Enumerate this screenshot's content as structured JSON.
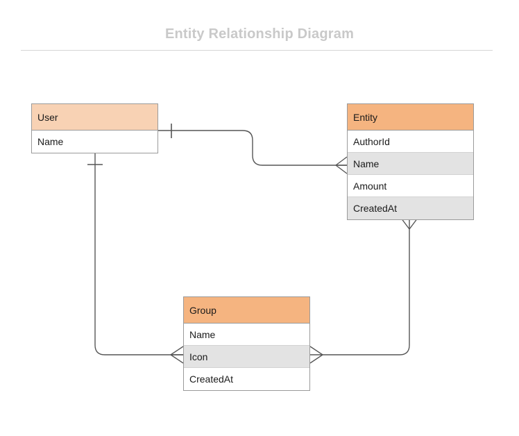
{
  "diagram": {
    "title": "Entity Relationship Diagram",
    "background_color": "#ffffff",
    "title_color": "#c9c9c9",
    "rule_color": "#d6d6d6",
    "line_color": "#555555",
    "border_color": "#9a9a9a",
    "header_color_primary": "#f5b480",
    "header_color_secondary": "#f8d2b4",
    "row_alt_color": "#e3e3e3",
    "row_color": "#ffffff"
  },
  "tables": [
    {
      "id": "user",
      "name": "User",
      "header_label": "User",
      "attributes": [
        {
          "label": "Name",
          "shaded": false
        }
      ]
    },
    {
      "id": "entity",
      "name": "Entity",
      "header_label": "Entity",
      "attributes": [
        {
          "label": "AuthorId",
          "shaded": false
        },
        {
          "label": "Name",
          "shaded": true
        },
        {
          "label": "Amount",
          "shaded": false
        },
        {
          "label": "CreatedAt",
          "shaded": true
        }
      ]
    },
    {
      "id": "group",
      "name": "Group",
      "header_label": "Group",
      "attributes": [
        {
          "label": "Name",
          "shaded": false
        },
        {
          "label": "Icon",
          "shaded": true
        },
        {
          "label": "CreatedAt",
          "shaded": false
        }
      ]
    }
  ],
  "relationships": [
    {
      "id": "user-entity",
      "from": "User",
      "to": "Entity",
      "from_cardinality": "one",
      "to_cardinality": "many"
    },
    {
      "id": "user-group",
      "from": "User",
      "to": "Group",
      "from_cardinality": "one",
      "to_cardinality": "many"
    },
    {
      "id": "group-entity",
      "from": "Group",
      "to": "Entity",
      "from_cardinality": "many",
      "to_cardinality": "many"
    }
  ]
}
